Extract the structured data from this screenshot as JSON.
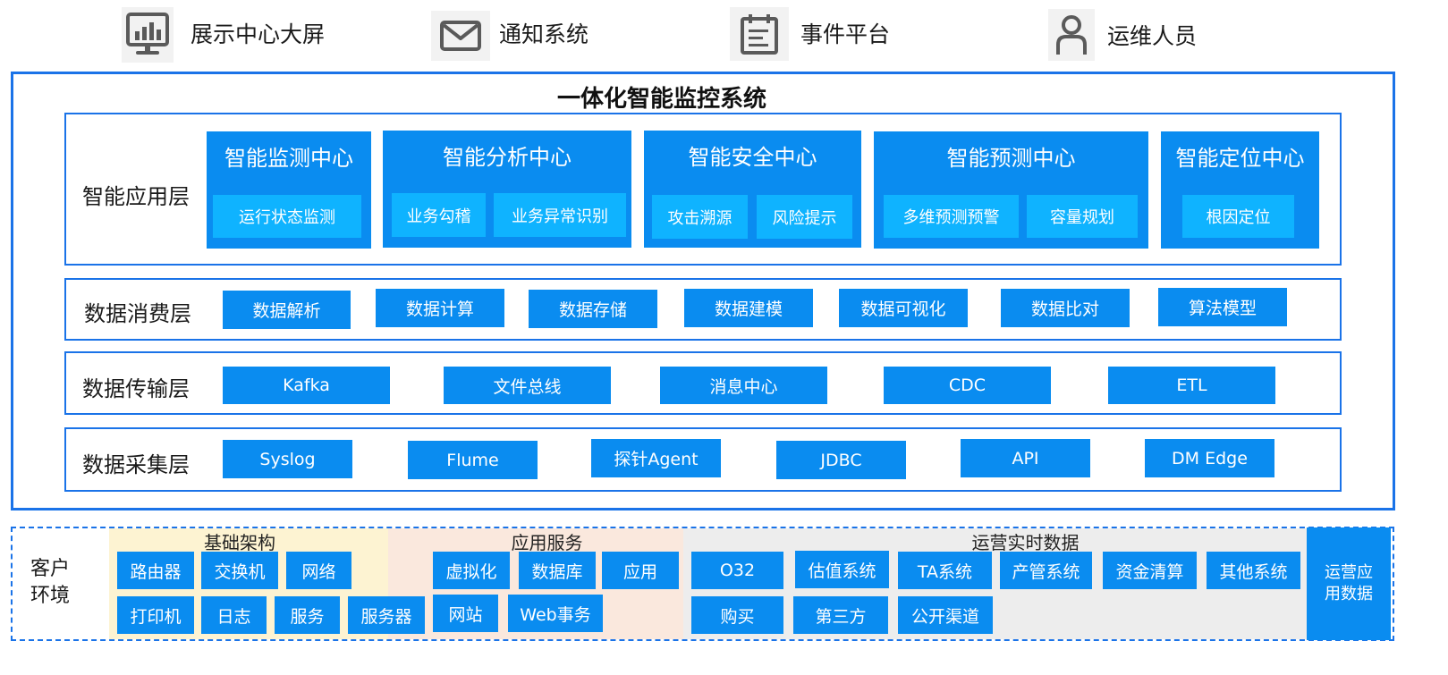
{
  "consumers": [
    {
      "label": "展示中心大屏",
      "icon": "monitor-chart-icon"
    },
    {
      "label": "通知系统",
      "icon": "mail-icon"
    },
    {
      "label": "事件平台",
      "icon": "calendar-icon"
    },
    {
      "label": "运维人员",
      "icon": "person-icon"
    }
  ],
  "system": {
    "title": "一体化智能监控系统",
    "layers": {
      "application": {
        "label": "智能应用层",
        "centers": [
          {
            "title": "智能监测中心",
            "items": [
              "运行状态监测"
            ]
          },
          {
            "title": "智能分析中心",
            "items": [
              "业务勾稽",
              "业务异常识别"
            ]
          },
          {
            "title": "智能安全中心",
            "items": [
              "攻击溯源",
              "风险提示"
            ]
          },
          {
            "title": "智能预测中心",
            "items": [
              "多维预测预警",
              "容量规划"
            ]
          },
          {
            "title": "智能定位中心",
            "items": [
              "根因定位"
            ]
          }
        ]
      },
      "consumption": {
        "label": "数据消费层",
        "items": [
          "数据解析",
          "数据计算",
          "数据存储",
          "数据建模",
          "数据可视化",
          "数据比对",
          "算法模型"
        ]
      },
      "transport": {
        "label": "数据传输层",
        "items": [
          "Kafka",
          "文件总线",
          "消息中心",
          "CDC",
          "ETL"
        ]
      },
      "collection": {
        "label": "数据采集层",
        "items": [
          "Syslog",
          "Flume",
          "探针Agent",
          "JDBC",
          "API",
          "DM Edge"
        ]
      }
    }
  },
  "customer": {
    "label_line1": "客户",
    "label_line2": "环境",
    "infra": {
      "title": "基础架构",
      "items": [
        "路由器",
        "交换机",
        "网络",
        "打印机",
        "日志",
        "服务",
        "服务器"
      ]
    },
    "app_services": {
      "title": "应用服务",
      "items": [
        "虚拟化",
        "数据库",
        "应用",
        "网站",
        "Web事务"
      ]
    },
    "ops_realtime": {
      "title": "运营实时数据",
      "items": [
        "O32",
        "估值系统",
        "TA系统",
        "产管系统",
        "资金清算",
        "其他系统",
        "购买",
        "第三方",
        "公开渠道"
      ]
    },
    "ops_data_line1": "运营应",
    "ops_data_line2": "用数据"
  },
  "colors": {
    "frame_border": "#1a73e8",
    "box_fill": "#0a8cf0",
    "sub_box_fill": "#0fb3ff",
    "infra_bg": "#fdf3d2",
    "app_bg": "#fae8dd",
    "ops_bg": "#ededed"
  }
}
